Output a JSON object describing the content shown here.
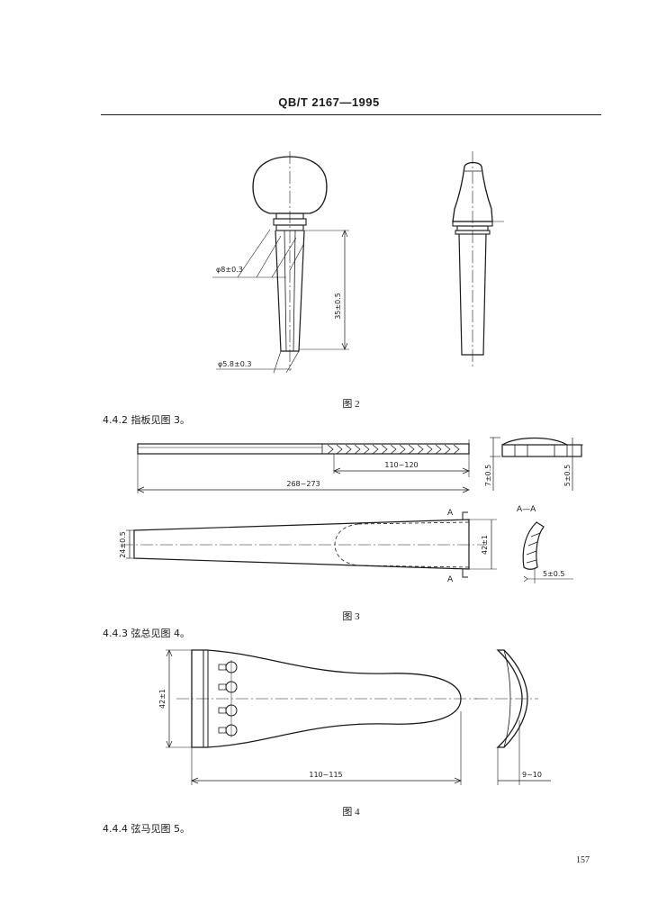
{
  "header": {
    "code": "QB/T 2167—1995"
  },
  "fig2": {
    "caption": "图 2",
    "dim_diameter_top": "φ8±0.3",
    "dim_length": "35±0.5",
    "dim_diameter_bottom": "φ5.8±0.3"
  },
  "sec_442": {
    "text": "4.4.2  指板见图 3。"
  },
  "fig3": {
    "caption": "图 3",
    "dim_length_part": "110~120",
    "dim_length_total": "268~273",
    "dim_end_height": "7±0.5",
    "dim_right_height": "5±0.5",
    "dim_narrow_width": "24±0.5",
    "dim_wide_width": "42±1",
    "section_top_marker": "A",
    "section_bottom_marker": "A",
    "section_title": "A—A",
    "dim_section": "5±0.5"
  },
  "sec_443": {
    "text": "4.4.3  弦总见图 4。"
  },
  "fig4": {
    "caption": "图 4",
    "dim_width": "42±1",
    "dim_length": "110~115",
    "dim_thickness": "9~10"
  },
  "sec_444": {
    "text": "4.4.4  弦马见图 5。"
  },
  "page_number": "157"
}
